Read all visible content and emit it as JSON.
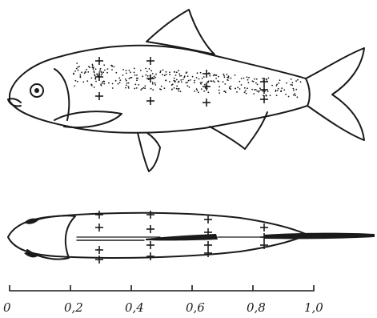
{
  "scale": {
    "ticks": [
      "0",
      "0,2",
      "0,4",
      "0,6",
      "0,8",
      "1,0"
    ]
  },
  "colors": {
    "ink": "#1a1a1a",
    "background": "#ffffff"
  }
}
